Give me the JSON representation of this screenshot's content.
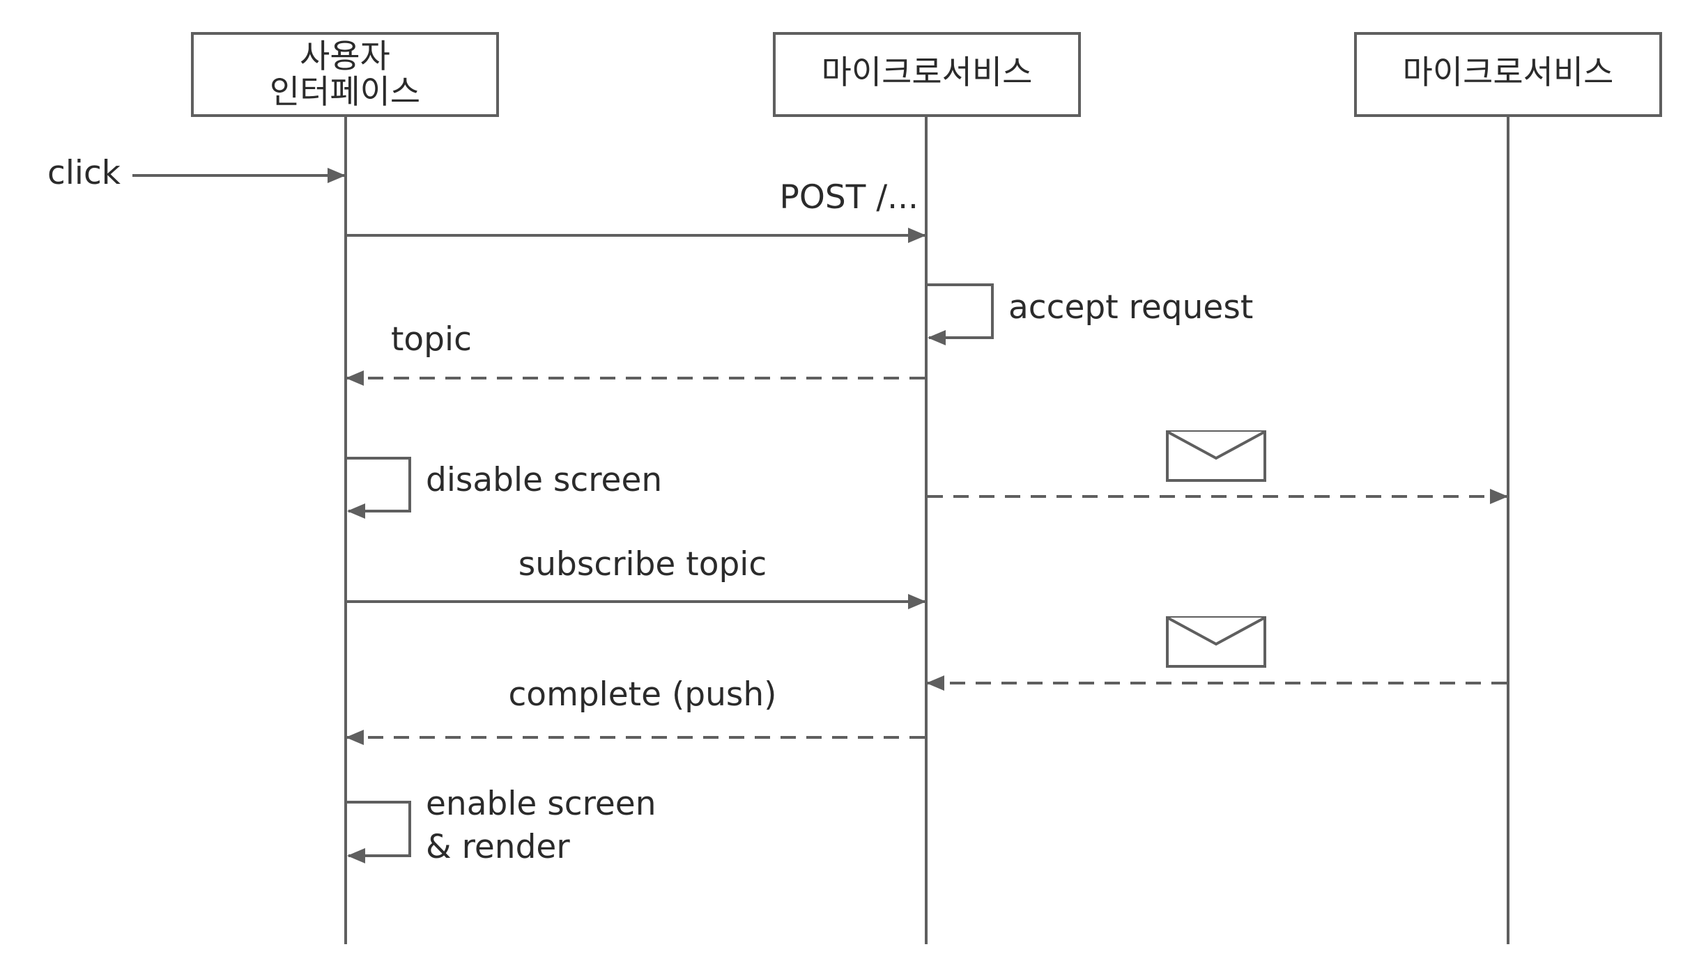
{
  "participants": [
    {
      "id": "ui",
      "line1": "사용자",
      "line2": "인터페이스"
    },
    {
      "id": "ms1",
      "line1": "마이크로서비스"
    },
    {
      "id": "ms2",
      "line1": "마이크로서비스"
    }
  ],
  "messages": {
    "click": "click",
    "post": "POST /...",
    "accept": "accept request",
    "topic": "topic",
    "disable": "disable screen",
    "subscribe": "subscribe topic",
    "complete": "complete (push)",
    "enable_line1": "enable screen",
    "enable_line2": "& render"
  },
  "icons": {
    "envelope": "envelope-icon"
  }
}
